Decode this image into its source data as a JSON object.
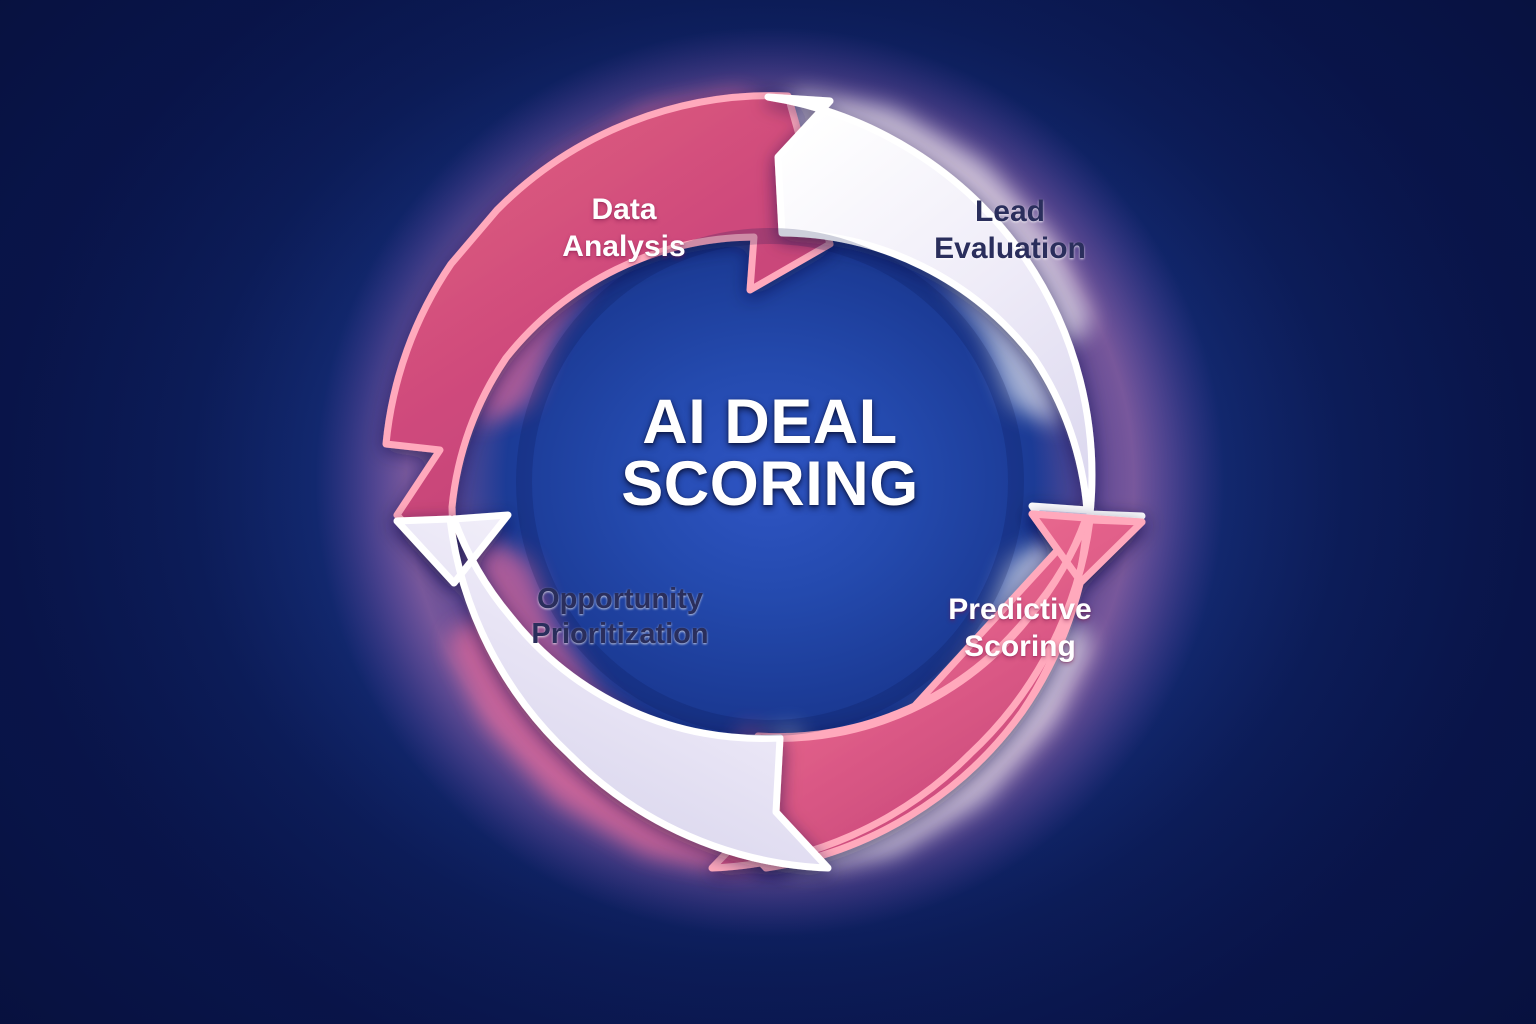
{
  "background": {
    "base_color": "#0b1a5c",
    "center_glow_color": "#2f55c4"
  },
  "center": {
    "title_line1": "AI DEAL",
    "title_line2": "SCORING",
    "text_color": "#ffffff"
  },
  "cycle": {
    "type": "circular-process",
    "direction": "clockwise",
    "segment_count": 4,
    "segments": [
      {
        "id": "data-analysis",
        "label_line1": "Data",
        "label_line2": "Analysis",
        "style": "pink",
        "fill_from": "#d9577f",
        "fill_to": "#bf3f77",
        "stroke": "#ffa6b8",
        "text_color": "#ffffff",
        "position": "top-left"
      },
      {
        "id": "lead-evaluation",
        "label_line1": "Lead",
        "label_line2": "Evaluation",
        "style": "white",
        "fill_from": "#fbfbfe",
        "fill_to": "#ddd8ef",
        "stroke": "#ffffff",
        "text_color": "#2a2e5c",
        "position": "top-right"
      },
      {
        "id": "predictive-scoring",
        "label_line1": "Predictive",
        "label_line2": "Scoring",
        "style": "pink",
        "fill_from": "#ef7896",
        "fill_to": "#c43f78",
        "stroke": "#ffa6b8",
        "text_color": "#ffffff",
        "position": "bottom-right"
      },
      {
        "id": "opportunity-prioritization",
        "label_line1": "Opportunity",
        "label_line2": "Prioritization",
        "style": "white",
        "fill_from": "#f7f3fb",
        "fill_to": "#dcd9f0",
        "stroke": "#ffffff",
        "text_color": "#2a2e5c",
        "position": "bottom-left"
      }
    ]
  }
}
